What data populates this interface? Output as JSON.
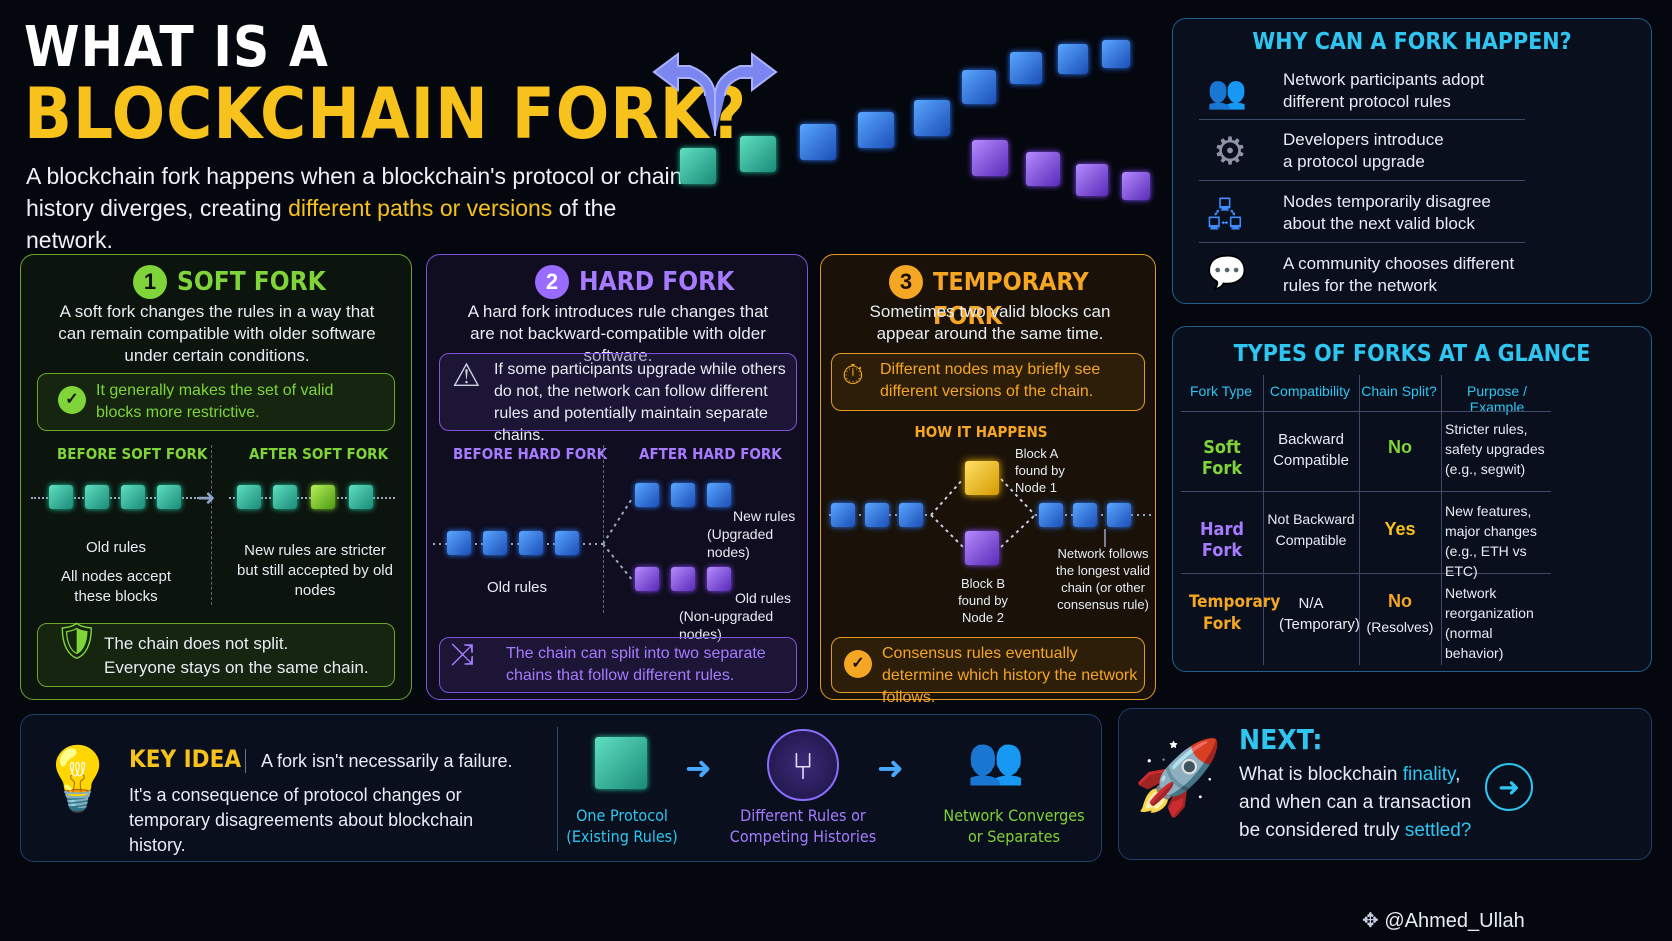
{
  "header": {
    "title_line1": "WHAT IS A",
    "title_line2": "BLOCKCHAIN FORK?",
    "intro_part1": "A blockchain fork happens when a blockchain's protocol or chain history diverges, creating ",
    "intro_highlight": "different paths or versions",
    "intro_part2": " of the network."
  },
  "why": {
    "title": "WHY CAN A FORK HAPPEN?",
    "items": [
      {
        "icon": "people-icon",
        "line1": "Network participants adopt",
        "line2": "different protocol rules"
      },
      {
        "icon": "gear-icon",
        "line1": "Developers introduce",
        "line2": "a protocol upgrade"
      },
      {
        "icon": "network-icon",
        "line1": "Nodes temporarily disagree",
        "line2": "about the next valid block"
      },
      {
        "icon": "community-chat-icon",
        "line1": "A community chooses different",
        "line2": "rules for the network"
      }
    ]
  },
  "soft": {
    "num": "1",
    "title": "SOFT FORK",
    "desc": "A soft fork changes the rules in a way that can remain compatible with older software under certain conditions.",
    "note": "It generally makes the set of valid blocks more restrictive.",
    "before_label": "BEFORE SOFT FORK",
    "after_label": "AFTER SOFT FORK",
    "before_cap1": "Old rules",
    "before_cap2": "All nodes accept these blocks",
    "after_cap": "New rules are stricter but still accepted by old nodes",
    "result_line1": "The chain does not split.",
    "result_line2": "Everyone stays on the same chain."
  },
  "hard": {
    "num": "2",
    "title": "HARD FORK",
    "desc": "A hard fork introduces rule changes that are not backward-compatible with older software.",
    "note": "If some participants upgrade while others do not, the network can follow different rules and potentially maintain separate chains.",
    "before_label": "BEFORE HARD FORK",
    "after_label": "AFTER HARD FORK",
    "old_rules": "Old rules",
    "new_rules": "New rules",
    "upgraded": "(Upgraded nodes)",
    "old_rules2": "Old rules",
    "non_upgraded": "(Non-upgraded nodes)",
    "result": "The chain can split into two separate chains that follow different rules."
  },
  "temp": {
    "num": "3",
    "title": "TEMPORARY FORK",
    "desc": "Sometimes two valid blocks can appear around the same time.",
    "note": "Different nodes may briefly see different versions of the chain.",
    "how": "HOW IT HAPPENS",
    "block_a": "Block A found by Node 1",
    "block_b": "Block B found by Node 2",
    "follows": "Network follows the longest valid chain (or other consensus rule)",
    "result": "Consensus rules eventually determine which history the network follows."
  },
  "types": {
    "title": "TYPES OF FORKS AT A GLANCE",
    "headers": [
      "Fork Type",
      "Compatibility",
      "Chain Split?",
      "Purpose / Example"
    ],
    "rows": [
      {
        "type": "Soft Fork",
        "compat": "Backward Compatible",
        "split": "No",
        "split_sub": "",
        "purpose": "Stricter rules, safety upgrades (e.g., segwit)"
      },
      {
        "type": "Hard Fork",
        "compat": "Not Backward Compatible",
        "split": "Yes",
        "split_sub": "",
        "purpose": "New features, major changes (e.g., ETH vs ETC)"
      },
      {
        "type": "Temporary Fork",
        "compat": "N/A (Temporary)",
        "split": "No",
        "split_sub": "(Resolves)",
        "purpose": "Network reorganization (normal behavior)"
      }
    ]
  },
  "key": {
    "title": "KEY IDEA",
    "tagline": "A fork isn't necessarily a failure.",
    "body": "It's a consequence of protocol changes or temporary disagreements about blockchain history.",
    "flow": [
      {
        "label": "One Protocol (Existing Rules)"
      },
      {
        "label": "Different Rules or Competing Histories"
      },
      {
        "label": "Network Converges or Separates"
      }
    ]
  },
  "next": {
    "title": "NEXT:",
    "q1": "What is blockchain ",
    "q1_hl": "finality",
    "q1_end": ",",
    "q2": "and when can a transaction",
    "q3": "be considered truly ",
    "q3_hl": "settled?"
  },
  "watermark": "@Ahmed_Ullah",
  "colors": {
    "gold": "#f7c21b",
    "green": "#7fd43a",
    "purple": "#a77bff",
    "orange": "#f5a623",
    "cyan": "#2ec6f0"
  }
}
